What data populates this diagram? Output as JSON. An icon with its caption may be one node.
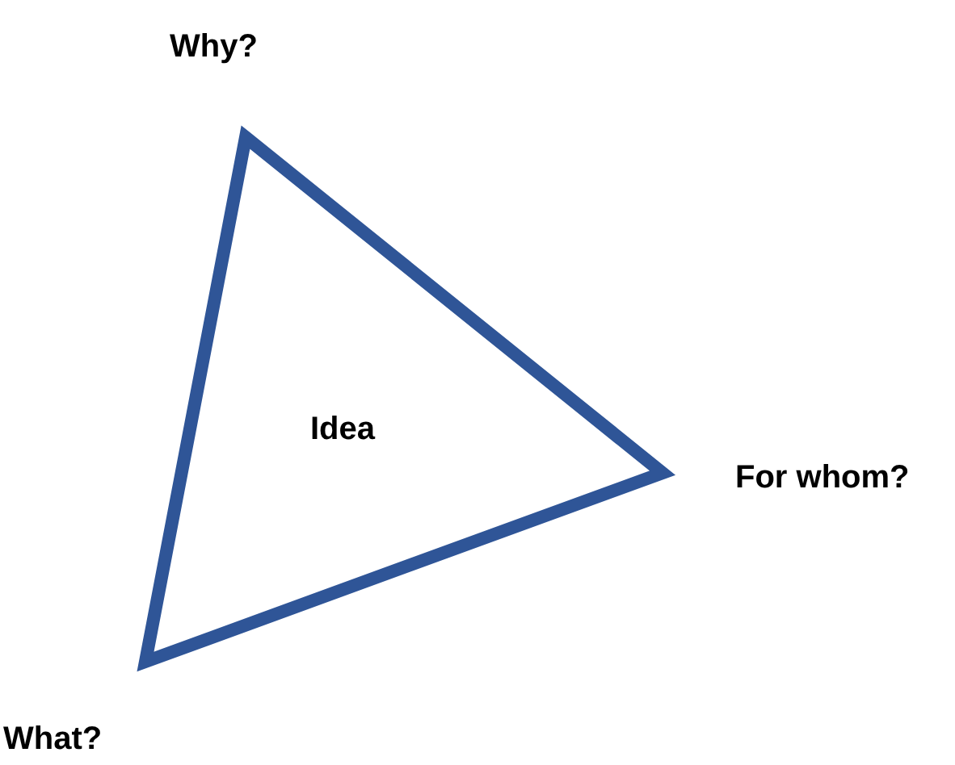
{
  "diagram": {
    "nodes": [
      {
        "text": [
          "Idea"
        ]
      }
    ],
    "labels": [
      "Why?",
      "For whom?",
      "What?"
    ]
  }
}
